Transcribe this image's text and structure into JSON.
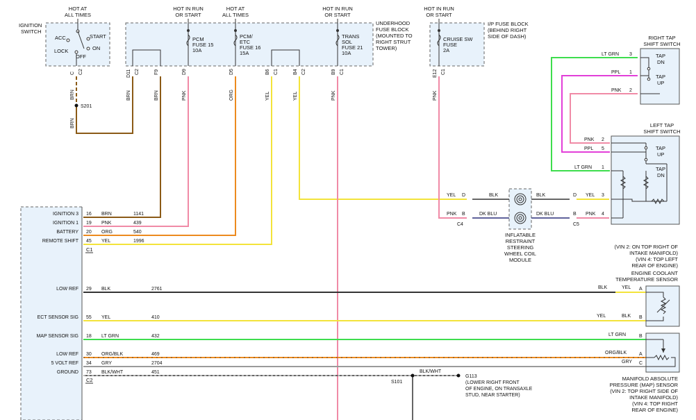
{
  "colors": {
    "brn": "#8b5a16",
    "pnk": "#f08aa6",
    "org": "#ec8a1e",
    "yel": "#f3e33a",
    "ltgrn": "#3ddd4d",
    "ppl": "#e23fd8",
    "blk": "#333333",
    "gry": "#9a9a9a",
    "dkblu": "#2a2f7a",
    "box_fill": "#e8f2fb"
  },
  "top": {
    "ign_hot": [
      "HOT AT",
      "ALL TIMES"
    ],
    "ign_switch": [
      "IGNITION",
      "SWITCH"
    ],
    "ign_acc": "ACC",
    "ign_start": "START",
    "ign_lock": "LOCK",
    "ign_on": "ON",
    "ign_off": "OFF",
    "pcm15_hot": [
      "HOT IN RUN",
      "OR START"
    ],
    "pcm15_fuse": [
      "PCM",
      "FUSE 15",
      "10A"
    ],
    "pcm16_hot": [
      "HOT AT",
      "ALL TIMES"
    ],
    "pcm16_fuse": [
      "PCM/",
      "ETC",
      "FUSE 16",
      "15A"
    ],
    "trans_hot": [
      "HOT IN RUN",
      "OR START"
    ],
    "trans_fuse": [
      "TRANS",
      "SOL",
      "FUSE 21",
      "10A"
    ],
    "underhood": [
      "UNDERHOOD",
      "FUSE BLOCK",
      "(MOUNTED TO",
      "RIGHT STRUT",
      "TOWER)"
    ],
    "cruise_hot": [
      "HOT IN RUN",
      "OR START"
    ],
    "cruise_fuse": [
      "CRUISE SW",
      "FUSE",
      "2A"
    ],
    "ip_block": [
      "I/P FUSE BLOCK",
      "(BEHIND RIGHT",
      "SIDE OF DASH)"
    ]
  },
  "pins": {
    "c_c2": [
      "C",
      "C2"
    ],
    "d11_c2": [
      "D11",
      "C2"
    ],
    "f9": "F9",
    "d9": "D9",
    "d5": "D5",
    "b6_c1": [
      "B6",
      "C1"
    ],
    "b4_c2": [
      "B4",
      "C2"
    ],
    "b9_c1": [
      "B9",
      "C1"
    ],
    "e12_c1": [
      "E12",
      "C1"
    ]
  },
  "wires": {
    "brn": "BRN",
    "pnk": "PNK",
    "org": "ORG",
    "yel": "YEL",
    "ltgrn": "LT GRN",
    "ppl": "PPL",
    "blk": "BLK",
    "dkblu": "DK BLU",
    "gry": "GRY",
    "orgblk": "ORG/BLK",
    "blkwht": "BLK/WHT",
    "s201": "S201",
    "s101": "S101",
    "g113": "G113",
    "g113_desc": [
      "(LOWER RIGHT FRONT",
      "OF ENGINE, ON TRANSAXLE",
      "STUD, NEAR STARTER)"
    ]
  },
  "ecm": {
    "rows": [
      {
        "label": "IGNITION 3",
        "pin": "16",
        "color": "BRN",
        "circuit": "1141"
      },
      {
        "label": "IGNITION 1",
        "pin": "19",
        "color": "PNK",
        "circuit": "439"
      },
      {
        "label": "BATTERY",
        "pin": "20",
        "color": "ORG",
        "circuit": "540"
      },
      {
        "label": "REMOTE SHIFT",
        "pin": "45",
        "color": "YEL",
        "circuit": "1996"
      },
      {
        "label": "LOW REF",
        "pin": "29",
        "color": "BLK",
        "circuit": "2761"
      },
      {
        "label": "ECT SENSOR SIG",
        "pin": "55",
        "color": "YEL",
        "circuit": "410"
      },
      {
        "label": "MAP SENSOR SIG",
        "pin": "18",
        "color": "LT GRN",
        "circuit": "432"
      },
      {
        "label": "LOW REF",
        "pin": "30",
        "color": "ORG/BLK",
        "circuit": "469"
      },
      {
        "label": "5 VOLT REF",
        "pin": "34",
        "color": "GRY",
        "circuit": "2704"
      },
      {
        "label": "GROUND",
        "pin": "73",
        "color": "BLK/WHT",
        "circuit": "451"
      }
    ],
    "c1": "C1",
    "c2": "C2"
  },
  "coil": {
    "label": [
      "INFLATABLE",
      "RESTRAINT",
      "STEERING",
      "WHEEL COIL",
      "MODULE"
    ],
    "left_pins": [
      "D",
      "B"
    ],
    "right_pins": [
      "D",
      "B"
    ],
    "c4": "C4",
    "c5": "C5"
  },
  "right_tap": {
    "title": [
      "RIGHT TAP",
      "SHIFT SWITCH"
    ],
    "pins": [
      "3",
      "1",
      "2"
    ],
    "tap_dn": [
      "TAP",
      "DN"
    ],
    "tap_up": [
      "TAP",
      "UP"
    ]
  },
  "left_tap": {
    "title": [
      "LEFT TAP",
      "SHIFT SWITCH"
    ],
    "pins": [
      "2",
      "5",
      "1",
      "3",
      "4"
    ],
    "tap_up": [
      "TAP",
      "UP"
    ],
    "tap_dn": [
      "TAP",
      "DN"
    ]
  },
  "ect": {
    "note": [
      "(VIN 2: ON TOP RIGHT OF",
      "INTAKE MANIFOLD)",
      "(VIN 4: TOP LEFT",
      "REAR OF ENGINE)"
    ],
    "title": [
      "ENGINE COOLANT",
      "TEMPERATURE SENSOR"
    ],
    "pins": [
      "A",
      "B"
    ]
  },
  "map": {
    "title": [
      "MANIFOLD ABSOLUTE",
      "PRESSURE (MAP) SENSOR",
      "(VIN 2: TOP RIGHT SIDE OF",
      "INTAKE MANIFOLD)",
      "(VIN 4: TOP RIGHT",
      "REAR OF ENGINE)"
    ],
    "pins": [
      "B",
      "A",
      "C"
    ]
  }
}
